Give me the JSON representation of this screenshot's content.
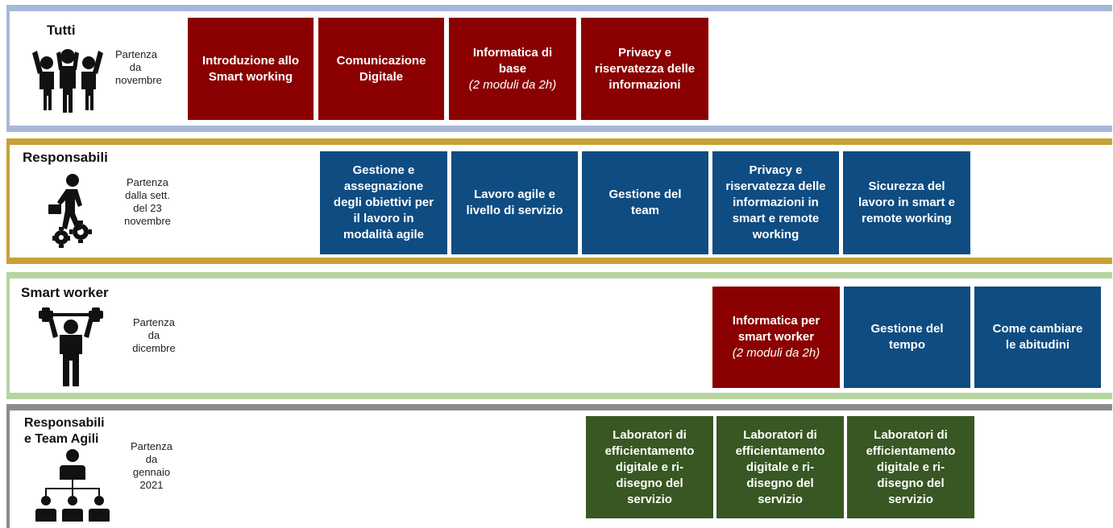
{
  "colors": {
    "tutti_band": "#a7b9d8",
    "responsabili_band": "#c9a036",
    "smart_band": "#b6d4a0",
    "team_band": "#8c8c8c",
    "box_red": "#8b0000",
    "box_blue": "#0e4c82",
    "box_green": "#385723"
  },
  "groups": [
    {
      "title": "Tutti",
      "start": [
        "Partenza",
        "da",
        "novembre"
      ],
      "icon": "group-people-icon",
      "modules": [
        {
          "lines": [
            "Introduzione allo",
            "Smart working"
          ]
        },
        {
          "lines": [
            "Comunicazione",
            "Digitale"
          ]
        },
        {
          "lines": [
            "Informatica di",
            "base"
          ],
          "sub": "(2 moduli da 2h)"
        },
        {
          "lines": [
            "Privacy e",
            "riservatezza delle",
            "informazioni"
          ]
        }
      ]
    },
    {
      "title": "Responsabili",
      "start": [
        "Partenza",
        "dalla sett.",
        "del 23",
        "novembre"
      ],
      "icon": "manager-gears-icon",
      "modules": [
        {
          "lines": [
            "Gestione e",
            "assegnazione",
            "degli obiettivi per",
            "il lavoro in",
            "modalità agile"
          ]
        },
        {
          "lines": [
            "Lavoro agile e",
            "livello di servizio"
          ]
        },
        {
          "lines": [
            "Gestione del",
            "team"
          ]
        },
        {
          "lines": [
            "Privacy e",
            "riservatezza delle",
            "informazioni in",
            "smart e remote",
            "working"
          ]
        },
        {
          "lines": [
            "Sicurezza del",
            "lavoro in smart e",
            "remote working"
          ]
        }
      ]
    },
    {
      "title": "Smart worker",
      "start": [
        "Partenza",
        "da",
        "dicembre"
      ],
      "icon": "weightlifter-icon",
      "modules": [
        {
          "lines": [
            "Informatica per",
            "smart worker"
          ],
          "sub": "(2 moduli da 2h)"
        },
        {
          "lines": [
            "Gestione del",
            "tempo"
          ]
        },
        {
          "lines": [
            "Come cambiare",
            "le abitudini"
          ]
        }
      ]
    },
    {
      "title_lines": [
        "Responsabili",
        "e Team Agili"
      ],
      "start": [
        "Partenza",
        "da",
        "gennaio",
        "2021"
      ],
      "icon": "org-chart-icon",
      "modules": [
        {
          "lines": [
            "Laboratori di",
            "efficientamento",
            "digitale e ri-",
            "disegno del",
            "servizio"
          ]
        },
        {
          "lines": [
            "Laboratori di",
            "efficientamento",
            "digitale e ri-",
            "disegno del",
            "servizio"
          ]
        },
        {
          "lines": [
            "Laboratori di",
            "efficientamento",
            "digitale e ri-",
            "disegno del",
            "servizio"
          ]
        }
      ]
    }
  ]
}
